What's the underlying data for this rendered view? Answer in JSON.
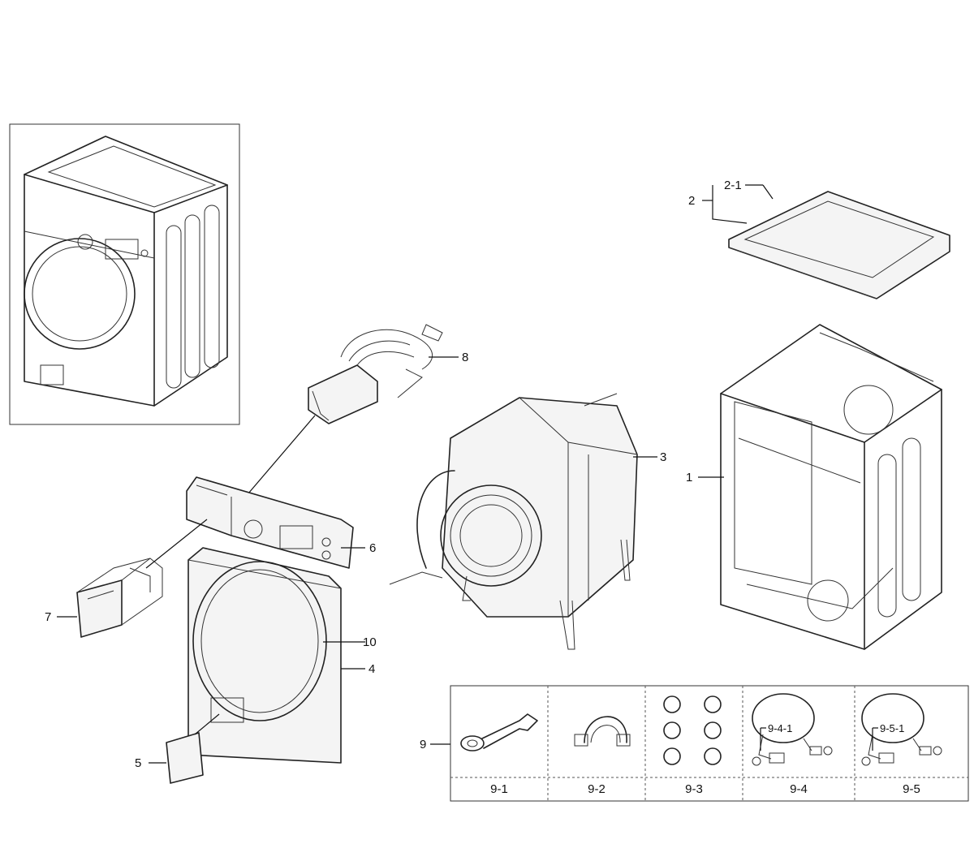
{
  "callouts": {
    "c1": "1",
    "c2": "2",
    "c2_1": "2-1",
    "c3": "3",
    "c4": "4",
    "c5": "5",
    "c6": "6",
    "c7": "7",
    "c8": "8",
    "c9": "9",
    "c10": "10",
    "c9_4_1": "9-4-1",
    "c9_5_1": "9-5-1"
  },
  "accessories": {
    "items": [
      "9-1",
      "9-2",
      "9-3",
      "9-4",
      "9-5"
    ]
  }
}
